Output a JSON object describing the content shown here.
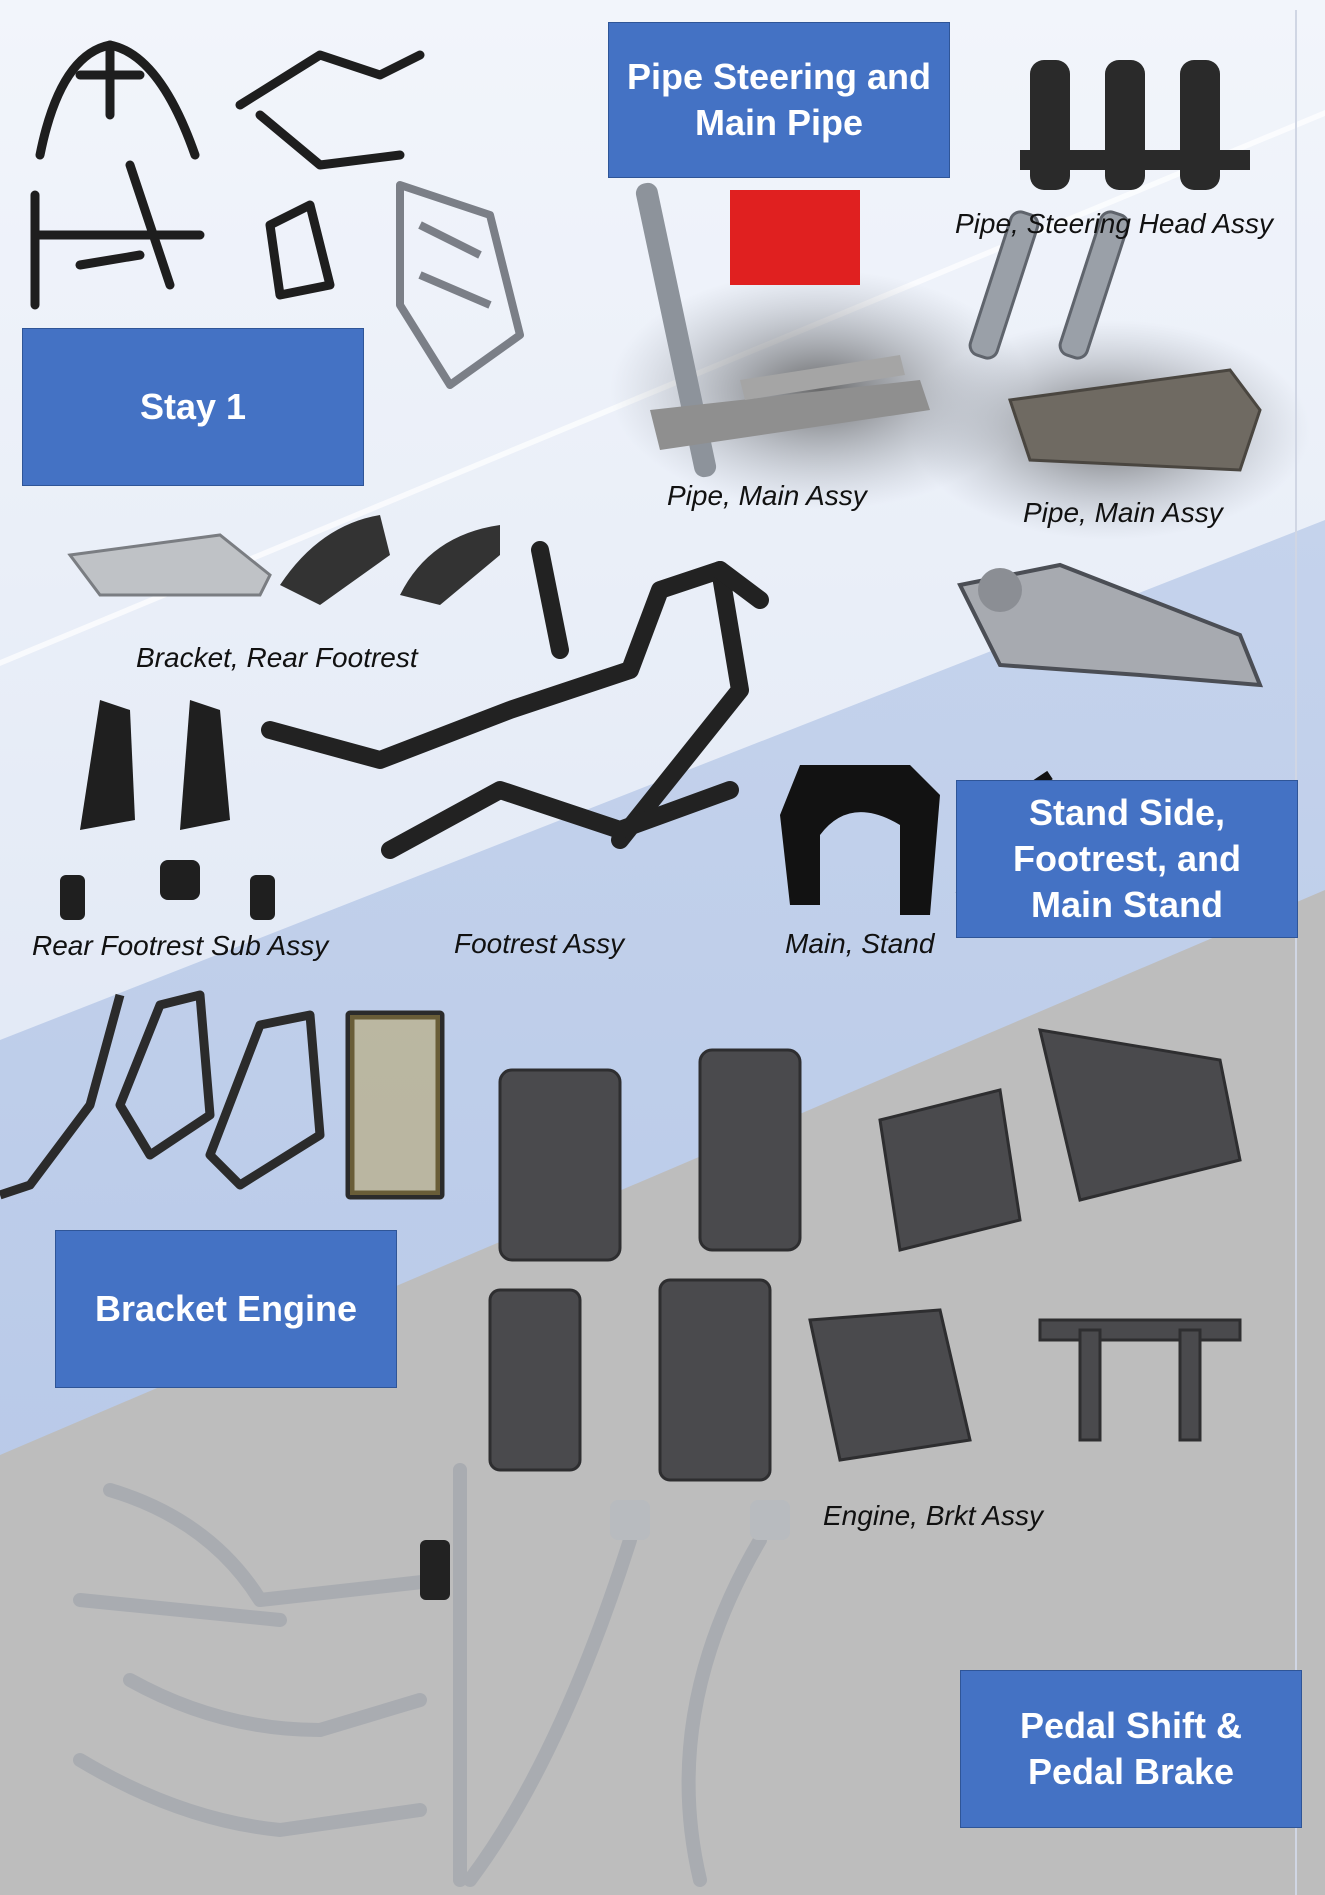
{
  "sections": {
    "pipe_steering": "Pipe Steering and\nMain Pipe",
    "stay": "Stay 1",
    "stand": "Stand Side,\nFootrest, and\nMain Stand",
    "bracket_engine": "Bracket Engine",
    "pedal": "Pedal Shift &\nPedal Brake"
  },
  "captions": {
    "pipe_steering_head_assy": "Pipe, Steering Head Assy",
    "pipe_main_assy_1": "Pipe, Main Assy",
    "pipe_main_assy_2": "Pipe, Main Assy",
    "bracket_rear_footrest": "Bracket, Rear Footrest",
    "rear_footrest_sub_assy": "Rear Footrest Sub Assy",
    "footrest_assy": "Footrest Assy",
    "main_stand": "Main, Stand",
    "engine_brkt_assy": "Engine, Brkt Assy"
  },
  "colors": {
    "title_box": "#4472c4",
    "title_text": "#ffffff",
    "band_light": "#dfe7f5",
    "band_mid": "#b4c6e7",
    "band_gray": "#bdbdbd"
  }
}
